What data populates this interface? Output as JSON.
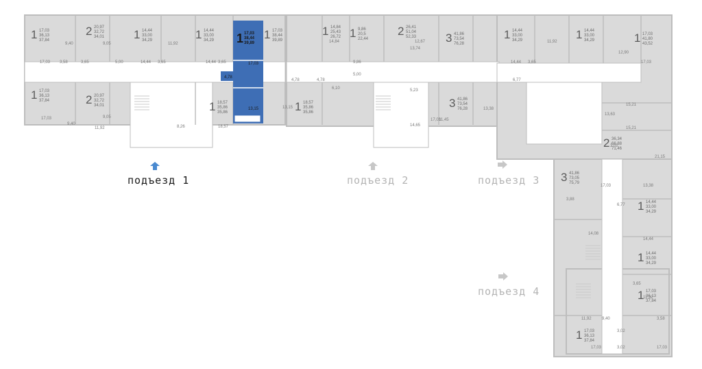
{
  "entrances": [
    {
      "label": "подъезд 1",
      "state": "active"
    },
    {
      "label": "подъезд 2",
      "state": "inactive"
    },
    {
      "label": "подъезд 3",
      "state": "inactive"
    },
    {
      "label": "подъезд 4",
      "state": "inactive"
    }
  ],
  "colors": {
    "highlight": "#3e6eb5",
    "apartment": "#dadada",
    "wall": "#bdbdbd",
    "active_arrow": "#4a8ad0",
    "inactive_arrow": "#c7c7c7"
  },
  "selected_apartment": {
    "rooms": "1",
    "areas": [
      "17,03",
      "38,44",
      "39,89"
    ],
    "extra": [
      "17,03",
      "4,78",
      "13,15"
    ]
  },
  "apartments": [
    {
      "id": "a1",
      "rooms": "1",
      "areas": [
        "17,03",
        "36,13",
        "37,84"
      ]
    },
    {
      "id": "a2",
      "rooms": "2",
      "areas": [
        "20,97",
        "32,72",
        "34,01"
      ]
    },
    {
      "id": "a3",
      "rooms": "1",
      "areas": [
        "14,44",
        "33,00",
        "34,29"
      ]
    },
    {
      "id": "a4",
      "rooms": "1",
      "areas": [
        "14,44",
        "33,00",
        "34,29"
      ]
    },
    {
      "id": "a5",
      "rooms": "1",
      "areas": [
        "17,03",
        "38,44",
        "39,89"
      ]
    },
    {
      "id": "a6",
      "rooms": "1",
      "areas": [
        "14,84",
        "25,43",
        "26,72"
      ]
    },
    {
      "id": "a7",
      "rooms": "1",
      "areas": [
        "9,86",
        "20,5",
        "22,44"
      ]
    },
    {
      "id": "a8",
      "rooms": "2",
      "areas": [
        "26,41",
        "51,04",
        "52,33"
      ]
    },
    {
      "id": "a9",
      "rooms": "3",
      "areas": [
        "41,86",
        "73,54",
        "76,28"
      ]
    },
    {
      "id": "a10",
      "rooms": "1",
      "areas": [
        "14,44",
        "33,00",
        "34,29"
      ]
    },
    {
      "id": "a11",
      "rooms": "1",
      "areas": [
        "14,44",
        "33,00",
        "34,29"
      ]
    },
    {
      "id": "a12",
      "rooms": "1",
      "areas": [
        "17,03",
        "41,80",
        "43,52"
      ]
    },
    {
      "id": "a13",
      "rooms": "1",
      "areas": [
        "17,03",
        "36,13",
        "37,84"
      ]
    },
    {
      "id": "a14",
      "rooms": "2",
      "areas": [
        "20,97",
        "32,72",
        "34,01"
      ]
    },
    {
      "id": "a15",
      "rooms": "1",
      "areas": [
        "18,57",
        "35,86",
        "35,86"
      ]
    },
    {
      "id": "a16",
      "rooms": "1",
      "areas": [
        "18,57",
        "35,86",
        "35,86"
      ]
    },
    {
      "id": "a17",
      "rooms": "3",
      "areas": [
        "41,86",
        "73,54",
        "76,28"
      ]
    },
    {
      "id": "a18",
      "rooms": "2",
      "areas": [
        "36,34",
        "66,88",
        "71,46"
      ]
    },
    {
      "id": "a19",
      "rooms": "3",
      "areas": [
        "41,86",
        "73,05",
        "75,79"
      ]
    },
    {
      "id": "a20",
      "rooms": "1",
      "areas": [
        "14,44",
        "33,00",
        "34,29"
      ]
    },
    {
      "id": "a21",
      "rooms": "1",
      "areas": [
        "14,44",
        "33,00",
        "34,29"
      ]
    },
    {
      "id": "a22",
      "rooms": "1",
      "areas": [
        "17,03",
        "36,13",
        "37,84"
      ]
    },
    {
      "id": "a23",
      "rooms": "1",
      "areas": [
        "17,03",
        "36,13",
        "37,84"
      ]
    }
  ],
  "room_areas": [
    "17,03",
    "3,58",
    "9,40",
    "3,65",
    "9,05",
    "5,00",
    "14,44",
    "3,65",
    "11,92",
    "14,44",
    "3,65",
    "17,03",
    "9,40",
    "9,05",
    "8,26",
    "18,57",
    "11,92",
    "14,84",
    "5,00",
    "9,86",
    "13,74",
    "12,67",
    "4,78",
    "14,44",
    "3,65",
    "11,92",
    "12,90",
    "17,03",
    "15,21",
    "13,63",
    "15,21",
    "21,15",
    "17,03",
    "13,38",
    "6,77",
    "14,44",
    "11,92",
    "14,08",
    "3,65",
    "11,92",
    "9,40",
    "3,58",
    "3,02",
    "17,03",
    "3,02",
    "17,03",
    "13,15",
    "4,78",
    "6,10",
    "5,23",
    "11,45",
    "14,65",
    "13,38",
    "17,03",
    "3,02",
    "3,88",
    "6,77"
  ]
}
